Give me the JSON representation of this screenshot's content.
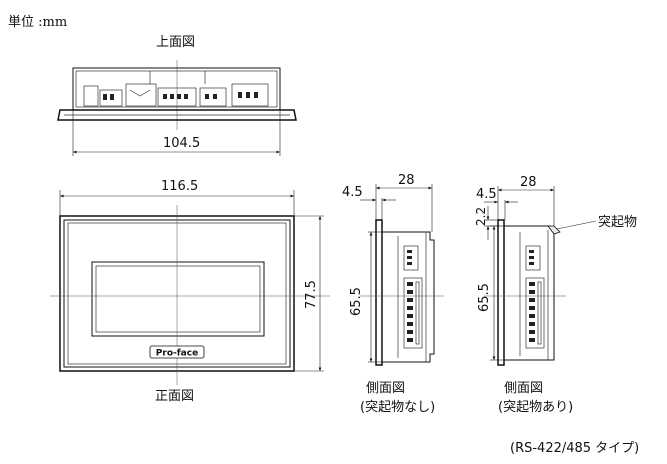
{
  "unit_label": "単位 :mm",
  "views": {
    "top": {
      "title": "上面図",
      "width_dim": "104.5"
    },
    "front": {
      "title": "正面図",
      "width_dim": "116.5",
      "height_dim": "77.5",
      "logo_text": "Pro-face"
    },
    "side_no_projection": {
      "title": "側面図",
      "subtitle": "(突起物なし)",
      "offset_dim": "4.5",
      "depth_dim": "28",
      "height_dim": "65.5"
    },
    "side_with_projection": {
      "title": "側面図",
      "subtitle": "(突起物あり)",
      "offset_dim": "4.5",
      "depth_dim": "28",
      "top_dim": "2.2",
      "height_dim": "65.5",
      "callout": "突起物"
    }
  },
  "footer_note": "(RS-422/485 タイプ)"
}
